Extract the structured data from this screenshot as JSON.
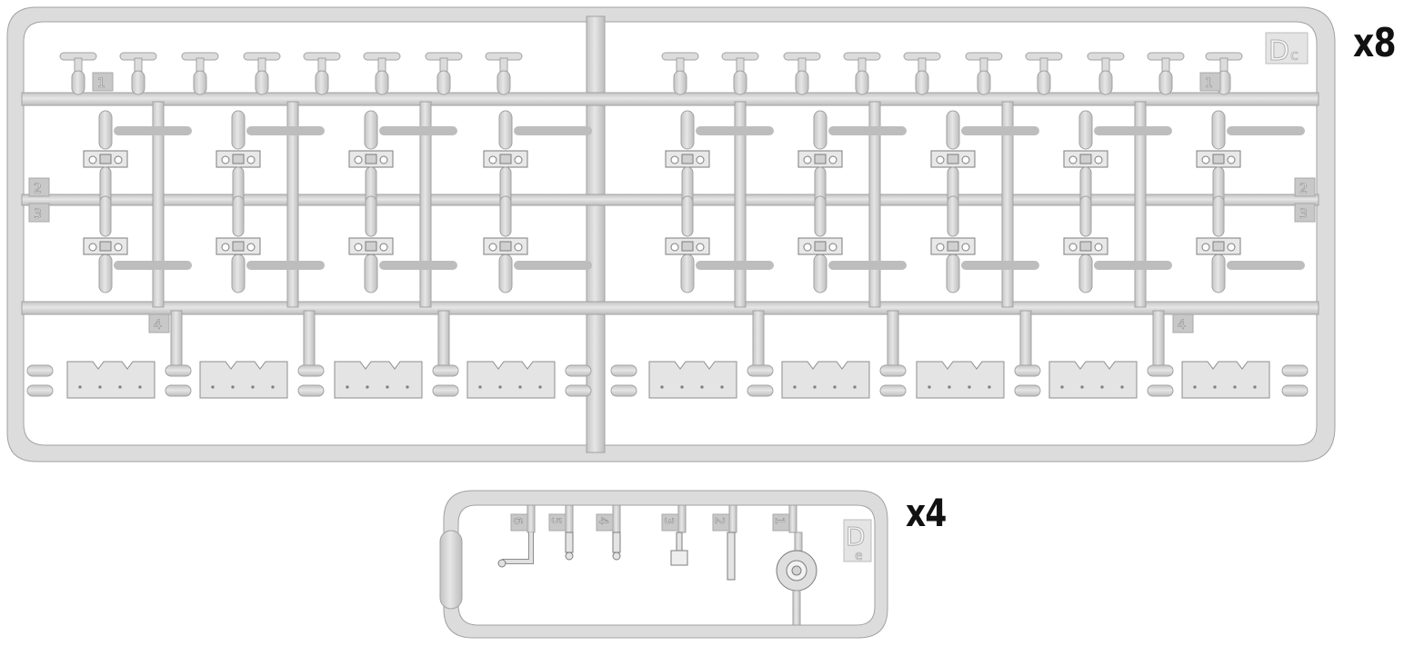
{
  "sprue_large": {
    "badge_letter": "D",
    "badge_suffix": "c",
    "multiplier": "x8",
    "part_numbers": [
      "1",
      "1",
      "2",
      "3",
      "2",
      "3",
      "4",
      "4"
    ]
  },
  "sprue_small": {
    "badge_letter": "D",
    "badge_suffix": "e",
    "multiplier": "x4",
    "part_numbers": [
      "6",
      "5",
      "4",
      "3",
      "2",
      "1"
    ]
  },
  "colors": {
    "plastic": "#dcdcdc",
    "plastic_edge": "#9e9e9e",
    "background": "#ffffff",
    "label_text": "#111111"
  }
}
